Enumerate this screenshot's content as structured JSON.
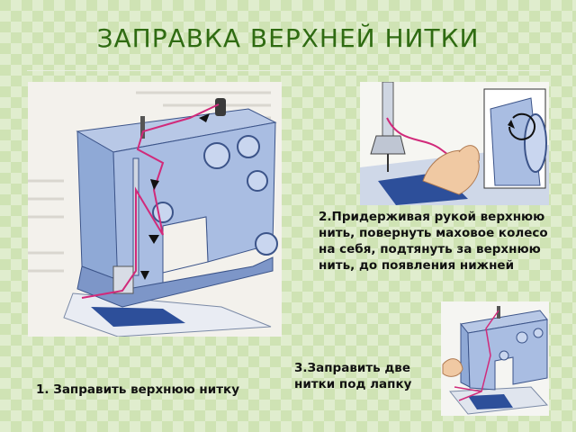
{
  "slide": {
    "title": "ЗАПРАВКА ВЕРХНЕЙ НИТКИ"
  },
  "captions": {
    "step1": "1. Заправить верхнюю нитку",
    "step2": "2.Придерживая рукой верхнюю нить, повернуть маховое колесо на себя, подтянуть за верхнюю нить, до появления нижней",
    "step3": "3.Заправить две нитки под лапку"
  },
  "colors": {
    "title": "#2f6b12",
    "machine_body": "#8fa9d6",
    "thread": "#d12a7a",
    "background": "#cfe3b4"
  },
  "icons": {
    "photo_main": "sewing-machine-threading-illustration",
    "photo_closeup": "needle-thread-closeup-illustration",
    "photo_small": "sewing-machine-small-illustration"
  }
}
